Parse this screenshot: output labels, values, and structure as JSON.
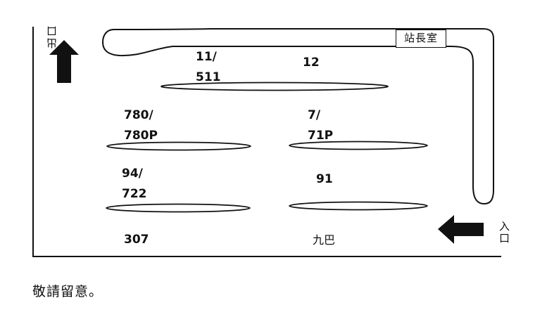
{
  "diagram": {
    "exit_label": "出口",
    "entrance_label": "入口",
    "station_master_room": "站長室",
    "stops": [
      {
        "id": "11-511",
        "lines": [
          "11/",
          "511"
        ]
      },
      {
        "id": "12",
        "lines": [
          "12"
        ]
      },
      {
        "id": "780-780p",
        "lines": [
          "780/",
          "780P"
        ]
      },
      {
        "id": "7-71p",
        "lines": [
          "7/",
          "71P"
        ]
      },
      {
        "id": "94-722",
        "lines": [
          "94/",
          "722"
        ]
      },
      {
        "id": "91",
        "lines": [
          "91"
        ]
      },
      {
        "id": "307",
        "lines": [
          "307"
        ]
      },
      {
        "id": "kmb",
        "lines": [
          "九巴"
        ]
      }
    ]
  },
  "notice": "敬請留意。",
  "colors": {
    "ink": "#111111",
    "background": "#ffffff"
  }
}
